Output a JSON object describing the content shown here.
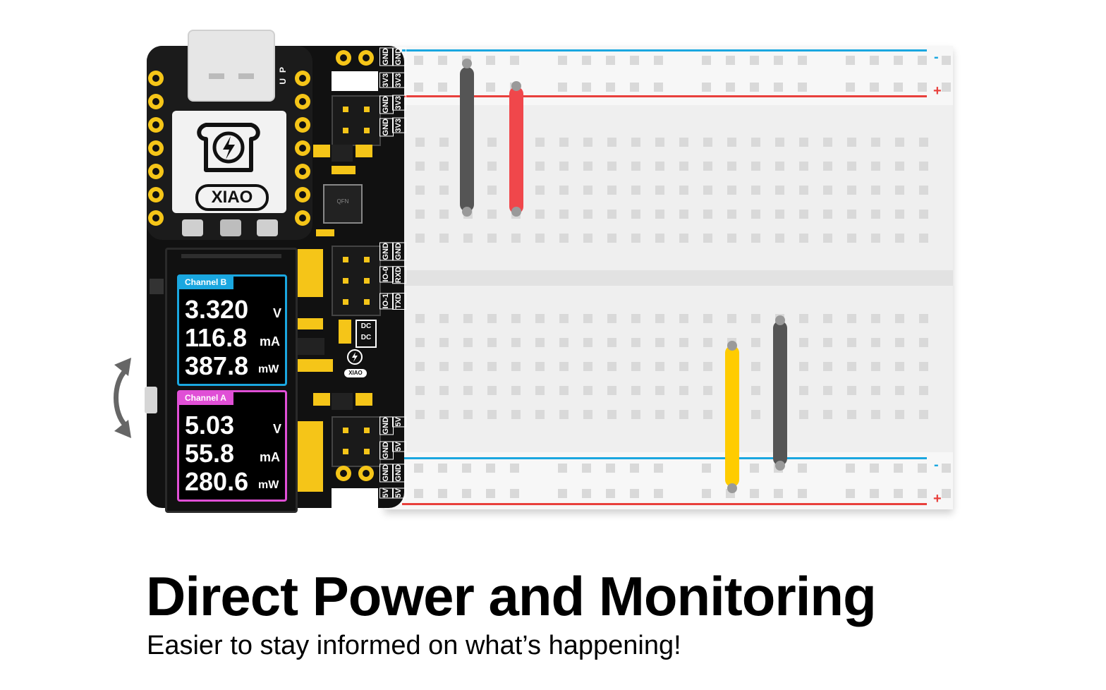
{
  "headline": {
    "title": "Direct Power and Monitoring",
    "subtitle": "Easier to stay informed on what’s happening!"
  },
  "board": {
    "logo_text": "XIAO",
    "small_logo_text": "XIAO",
    "dcdc_label": "DC DC",
    "chip_label": "QFN",
    "side_pin_labels": [
      "P",
      "U"
    ],
    "header_labels_top": [
      "GND",
      "GND",
      "3V3",
      "3V3",
      "GND",
      "3V3",
      "GND",
      "3V3"
    ],
    "header_labels_mid": [
      "GND",
      "GND",
      "IO-0",
      "RXD",
      "IO-1",
      "TXD"
    ],
    "header_labels_bottom": [
      "GND",
      "5V",
      "GND",
      "5V",
      "GND",
      "GND",
      "5V",
      "5V"
    ]
  },
  "display": {
    "channel_b": {
      "label": "Channel B",
      "voltage": "3.320",
      "voltage_unit": "V",
      "current": "116.8",
      "current_unit": "mA",
      "power": "387.8",
      "power_unit": "mW",
      "accent": "#1aa7e0"
    },
    "channel_a": {
      "label": "Channel A",
      "voltage": "5.03",
      "voltage_unit": "V",
      "current": "55.8",
      "current_unit": "mA",
      "power": "280.6",
      "power_unit": "mW",
      "accent": "#e04fd6"
    }
  },
  "breadboard": {
    "rail_top_minus": "-",
    "rail_top_plus": "+",
    "rail_bottom_minus": "-",
    "rail_bottom_plus": "+",
    "rail_negative_color": "#1aa7e0",
    "rail_positive_color": "#e8403c"
  },
  "wires": [
    {
      "color": "#555555",
      "name": "gray-top"
    },
    {
      "color": "#f0474b",
      "name": "red-top"
    },
    {
      "color": "#ffcc00",
      "name": "yellow-bottom"
    },
    {
      "color": "#555555",
      "name": "gray-bottom"
    }
  ],
  "icons": {
    "rotate": "rotate-arrows-icon",
    "logo": "lightning-toast-icon"
  }
}
